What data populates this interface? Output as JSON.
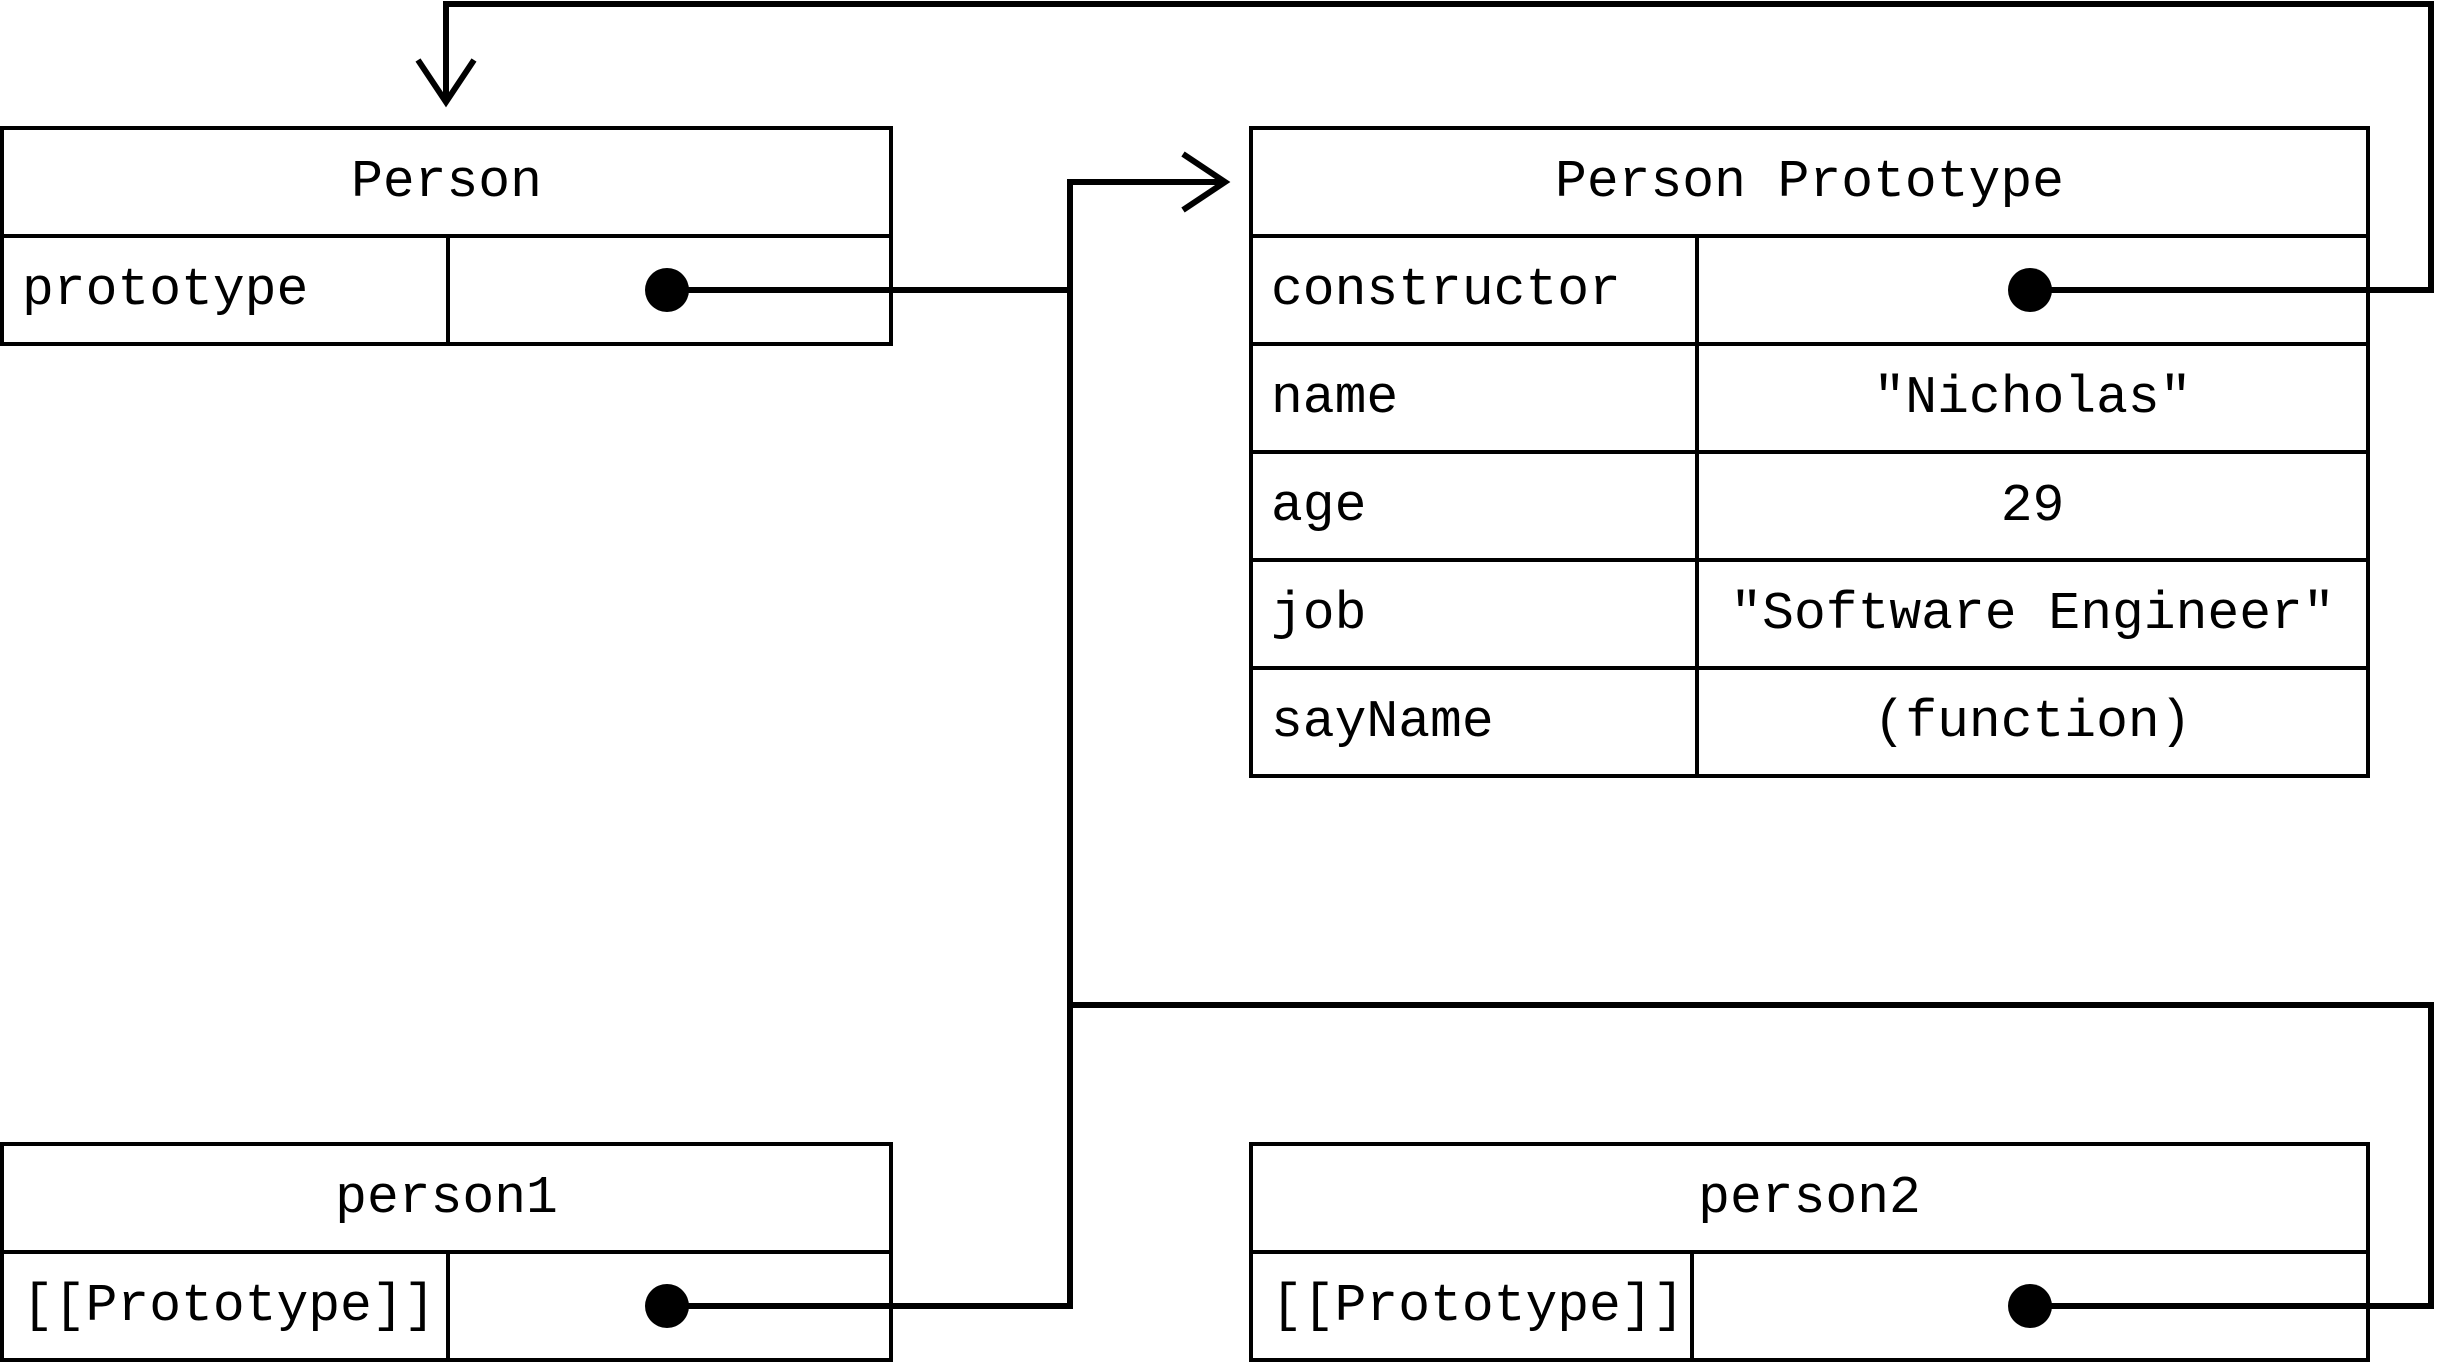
{
  "person": {
    "title": "Person",
    "prototype_key": "prototype"
  },
  "person_prototype": {
    "title": "Person Prototype",
    "rows": [
      {
        "key": "constructor",
        "value": ""
      },
      {
        "key": "name",
        "value": "\"Nicholas\""
      },
      {
        "key": "age",
        "value": "29"
      },
      {
        "key": "job",
        "value": "\"Software Engineer\""
      },
      {
        "key": "sayName",
        "value": "(function)"
      }
    ]
  },
  "person1": {
    "title": "person1",
    "prototype_key": "[[Prototype]]"
  },
  "person2": {
    "title": "person2",
    "prototype_key": "[[Prototype]]"
  },
  "colors": {
    "line": "#000000",
    "background": "#ffffff"
  }
}
